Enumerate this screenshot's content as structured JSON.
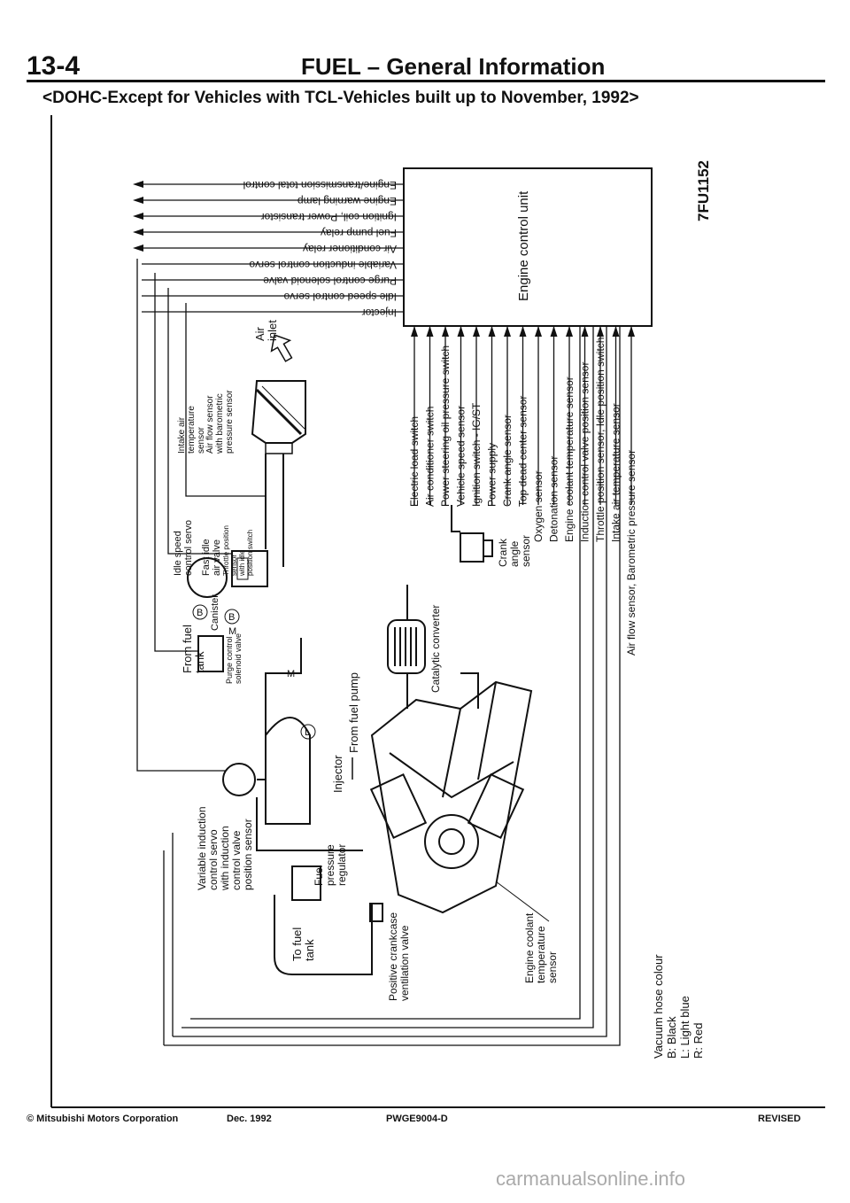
{
  "header": {
    "section_number": "13-4",
    "title": "FUEL – General Information"
  },
  "subtitle": "<DOHC-Except for Vehicles with TCL-Vehicles built up to November, 1992>",
  "diagram": {
    "figure_code": "7FU1152",
    "ecu_label": "Engine control unit",
    "outputs": [
      "Engine/transmission total control",
      "Engine warning lamp",
      "Ignition coil, Power transistor",
      "Fuel pump relay",
      "Air conditioner relay",
      "Variable induction control servo",
      "Purge control solenoid valve",
      "Idle speed control servo",
      "Injector"
    ],
    "inputs": [
      "Electric load switch",
      "Air conditioner switch",
      "Power steering oil pressure switch",
      "Vehicle speed sensor",
      "Ignition switch - IG/ST",
      "Power supply",
      "Crank angle sensor",
      "Top dead center sensor",
      "Oxygen sensor",
      "Detonation sensor",
      "Engine coolant temperature sensor",
      "Induction control valve position sensor",
      "Throttle position sensor, Idle position switch",
      "Intake air temperature sensor",
      "Air flow sensor, Barometric pressure sensor"
    ],
    "components": {
      "intake_air_sensor": [
        "Intake air",
        "temperature",
        "sensor"
      ],
      "air_flow_sensor": [
        "Air flow sensor",
        "with barometric",
        "pressure sensor"
      ],
      "air_inlet": [
        "Air",
        "inlet"
      ],
      "idle_speed_servo": [
        "Idle speed",
        "control servo"
      ],
      "fast_idle": [
        "Fast idle",
        "air valve"
      ],
      "throttle_sensor": [
        "Throttle position",
        "sensor",
        "with idle",
        "position switch"
      ],
      "from_fuel_tank": [
        "From fuel",
        "tank"
      ],
      "canister": "Canister",
      "purge_valve": [
        "Purge control",
        "solenoid valve"
      ],
      "from_fuel_pump": "From fuel pump",
      "injector": "Injector",
      "variable_induction": [
        "Variable induction",
        "control servo",
        "with induction",
        "control valve",
        "position sensor"
      ],
      "fuel_regulator": [
        "Fuel",
        "pressure",
        "regulator"
      ],
      "to_fuel_tank": [
        "To fuel",
        "tank"
      ],
      "pcv_valve": [
        "Positive crankcase",
        "ventilation valve"
      ],
      "coolant_sensor": [
        "Engine coolant",
        "temperature",
        "sensor"
      ],
      "catalytic": "Catalytic converter",
      "crank_angle": [
        "Crank",
        "angle",
        "sensor"
      ]
    },
    "hose_markers": [
      "B",
      "B",
      "M",
      "M",
      "L"
    ],
    "legend": [
      "Vacuum hose colour",
      "B:  Black",
      "L:  Light blue",
      "R:  Red"
    ]
  },
  "footer": {
    "copyright": "© Mitsubishi Motors Corporation",
    "date": "Dec. 1992",
    "doc_code": "PWGE9004-D",
    "status": "REVISED"
  },
  "watermark": "carmanualsonline.info"
}
